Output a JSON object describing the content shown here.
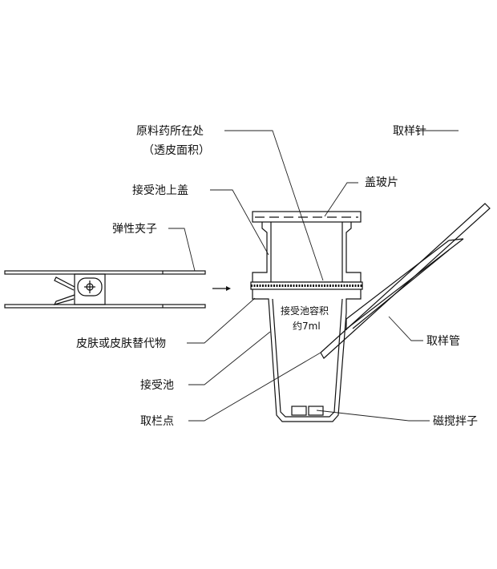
{
  "labels": {
    "drug_location": "原料药所在处",
    "drug_location_sub": "（透皮面积）",
    "sampling_needle": "取样针",
    "receptor_lid": "接受池上盖",
    "cover_glass": "盖玻片",
    "elastic_clip": "弹性夹子",
    "receptor_volume": "接受池容积",
    "receptor_volume_value": "约7ml",
    "skin": "皮肤或皮肤替代物",
    "sampling_tube": "取样管",
    "receptor_cell": "接受池",
    "sampling_point": "取栏点",
    "stir_bar": "磁搅拌子"
  }
}
